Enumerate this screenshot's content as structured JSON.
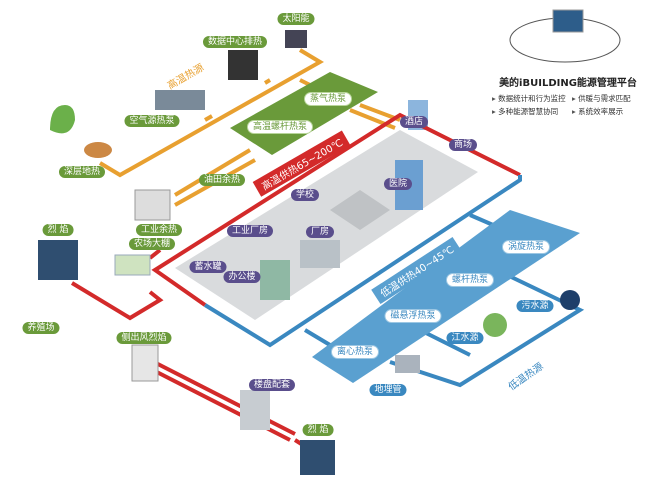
{
  "platform": {
    "title": "美的iBUILDING能源管理平台",
    "features": [
      "数据统计和行为监控",
      "供暖与需求匹配",
      "多种能源智慧协同",
      "系统效率展示"
    ]
  },
  "high_temp": {
    "source_caption": "高温热源",
    "supply_banner": "高温供热65~200℃",
    "sources": [
      "太阳能",
      "数据中心排热",
      "空气源热泵",
      "深层地热",
      "油田余热",
      "工业余热"
    ],
    "pumps": [
      "蒸气热泵",
      "高温螺杆热泵"
    ]
  },
  "buildings": [
    "学校",
    "工业厂房",
    "厂房",
    "蓄水罐",
    "办公楼",
    "医院",
    "酒店",
    "商场"
  ],
  "low_temp": {
    "supply_banner": "低温供热40~45℃",
    "source_caption": "低温热源",
    "pumps": [
      "涡旋热泵",
      "螺杆热泵",
      "磁悬浮热泵",
      "离心热泵"
    ],
    "sources": [
      "污水源",
      "江水源",
      "地埋管"
    ]
  },
  "heat_units": {
    "farm_greenhouse": "农场大棚",
    "flame_1": "烈 焰",
    "breeding_farm": "养殖场",
    "side_outlet_flame": "侧出风烈焰",
    "residential": "楼盘配套",
    "flame_2": "烈 焰"
  },
  "colors": {
    "orange_pipe": "#e8a030",
    "red_pipe": "#d32a2a",
    "blue_pipe": "#3a88c0",
    "green_platform": "#6a9a3a",
    "label_purple": "#5a4e8c"
  }
}
